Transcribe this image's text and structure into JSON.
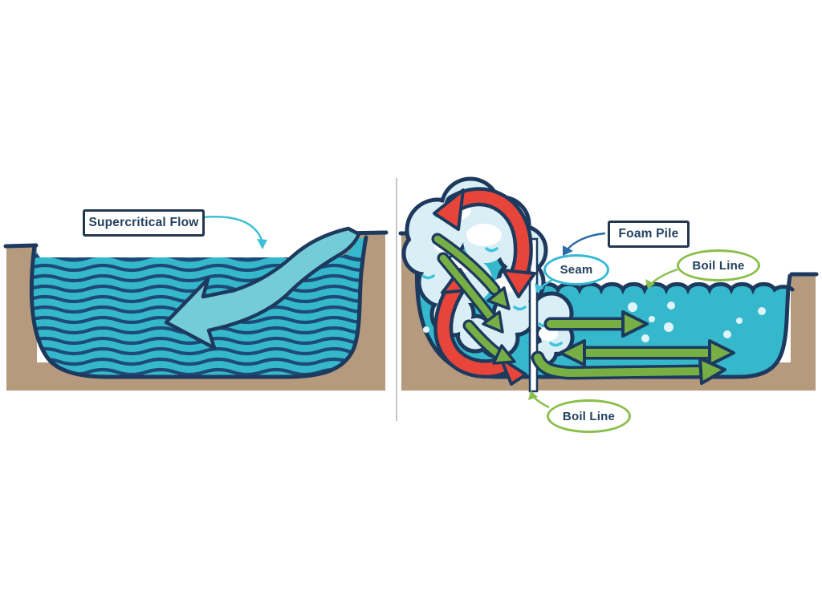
{
  "labels": {
    "supercritical_flow": "Supercritical Flow",
    "foam_pile": "Foam Pile",
    "seam": "Seam",
    "boil_line_top": "Boil Line",
    "boil_line_bottom": "Boil Line"
  },
  "icons": {
    "supercritical_flow_ribbon": "curved-left-flow-arrow",
    "red_recirculation_arrows": "circular-recirculation-arrows",
    "green_flow_arrows": "downstream-flow-arrows",
    "leader_arrows": "curved-pointer-arrow"
  },
  "colors": {
    "background": "#ffffff",
    "outline_navy": "#1d3a5e",
    "water_teal": "#35b8cb",
    "flow_ribbon_teal": "#74ccd9",
    "bank_brown": "#b59a7d",
    "foam_light_blue": "#daeef6",
    "red_arrow": "#e8453a",
    "green_arrow": "#76b045",
    "label_border_navy": "#24364f",
    "label_border_cyan": "#35b8d4",
    "label_border_green": "#8abf4b",
    "leader_cyan": "#3fc0d8",
    "leader_blue": "#2e6da4",
    "text_navy": "#24415f",
    "divider_gray": "#c5c7c9",
    "bubble_blue": "#dff4f9",
    "foam_mark_cyan": "#3ec4da",
    "stripe_navy": "#1d4a77"
  }
}
